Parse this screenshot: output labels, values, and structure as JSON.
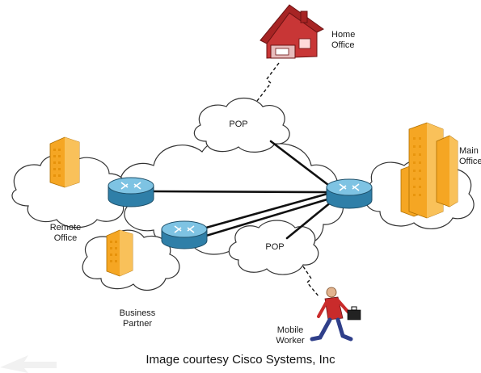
{
  "labels": {
    "home_office_line1": "Home",
    "home_office_line2": "Office",
    "main_office_line1": "Main",
    "main_office_line2": "Office",
    "remote_office_line1": "Remote",
    "remote_office_line2": "Office",
    "business_partner_line1": "Business",
    "business_partner_line2": "Partner",
    "mobile_worker_line1": "Mobile",
    "mobile_worker_line2": "Worker",
    "pop_top": "POP",
    "pop_bottom": "POP"
  },
  "caption": "Image courtesy Cisco Systems, Inc",
  "icons": [
    "house-icon",
    "building-icon",
    "router-icon",
    "cloud-icon",
    "person-icon",
    "briefcase-icon"
  ],
  "colors": {
    "cloud_stroke": "#333333",
    "router_body": "#3a8fb8",
    "router_top": "#7ec3e3",
    "building": "#f5a623",
    "house": "#d43a3a",
    "link": "#111111"
  }
}
